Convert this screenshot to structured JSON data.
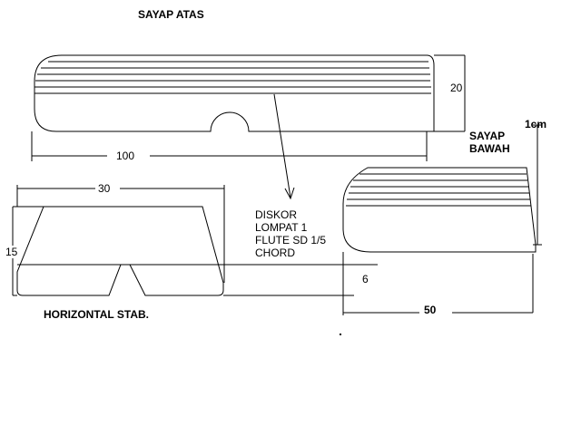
{
  "upper_wing": {
    "title": "SAYAP ATAS",
    "length_dim": "100",
    "height_dim": "20"
  },
  "lower_wing": {
    "title_line1": "SAYAP",
    "title_line2": "BAWAH",
    "length_dim": "50",
    "tip_dim": "1cm"
  },
  "horizontal_stab": {
    "title": "HORIZONTAL STAB.",
    "width_dim": "30",
    "height_dim": "15",
    "gap_dim": "6"
  },
  "note": {
    "lines": [
      "DISKOR",
      "LOMPAT 1",
      "FLUTE SD 1/5",
      "CHORD"
    ]
  },
  "colors": {
    "ink": "#000000",
    "paper": "#ffffff"
  }
}
